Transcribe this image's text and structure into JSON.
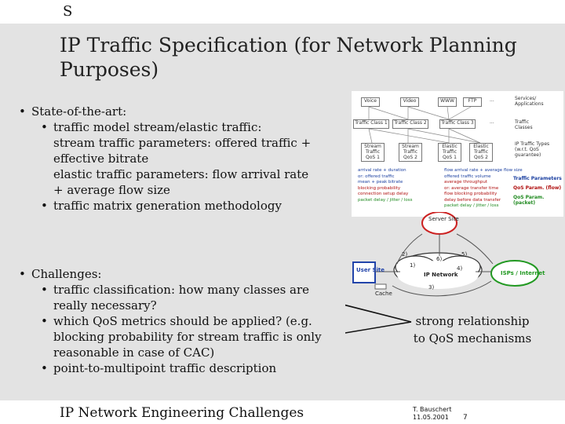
{
  "top_letter": "S",
  "title": "IP Traffic Specification (for Network Planning Purposes)",
  "section1": {
    "heading": "State-of-the-art:",
    "items": [
      {
        "text": "traffic model stream/elastic traffic:",
        "cont": [
          "stream traffic parameters: offered traffic +",
          "effective bitrate",
          "elastic traffic parameters: flow arrival rate",
          "+ average flow size"
        ]
      },
      {
        "text": "traffic matrix generation methodology",
        "cont": []
      }
    ]
  },
  "section2": {
    "heading": "Challenges:",
    "items": [
      {
        "text": "traffic classification: how many classes are",
        "cont": [
          "really necessary?"
        ]
      },
      {
        "text": "which QoS metrics should be applied? (e.g.",
        "cont": [
          "blocking probability for stream traffic is only",
          "reasonable in case of CAC)"
        ]
      },
      {
        "text": "point-to-multipoint traffic description",
        "cont": []
      }
    ]
  },
  "diagram": {
    "apps": [
      "Voice",
      "Video",
      "WWW",
      "FTP",
      "..."
    ],
    "apps_label": "Services/ Applications",
    "classes": [
      "Traffic Class 1",
      "Traffic Class 2",
      "Traffic Class 3",
      "..."
    ],
    "classes_label": "Traffic Classes",
    "types": [
      "Stream Traffic QoS 1",
      "Stream Traffic QoS 2",
      "Elastic Traffic QoS 1",
      "Elastic Traffic QoS 2"
    ],
    "types_label": "IP Traffic Types (w.r.t. QoS guarantee)",
    "stream_params": [
      "arrival rate + duration",
      "or: offered traffic",
      "mean + peak bitrate",
      "blocking probability",
      "connection setup delay",
      "packet delay / jitter / loss"
    ],
    "elastic_params": [
      "flow arrival rate + average flow size",
      "offered traffic volume",
      "average throughput",
      "or: average transfer time",
      "flow blocking probability",
      "delay before data transfer",
      "packet delay / jitter / loss"
    ],
    "legend": [
      "Traffic Parameters",
      "QoS Param. (flow)",
      "QoS Param. (packet)"
    ]
  },
  "network": {
    "server": "Server Site",
    "user": "User Site",
    "cache": "Cache",
    "core": "IP Network",
    "isp": "ISPs / Internet",
    "edges": [
      "1)",
      "2)",
      "3)",
      "4)",
      "5)",
      "6)"
    ]
  },
  "caption": [
    "strong relationship",
    "to QoS mechanisms"
  ],
  "footer": {
    "title": "IP Network Engineering Challenges",
    "author": "T. Bauschert",
    "date": "11.05.2001",
    "page": "7"
  }
}
